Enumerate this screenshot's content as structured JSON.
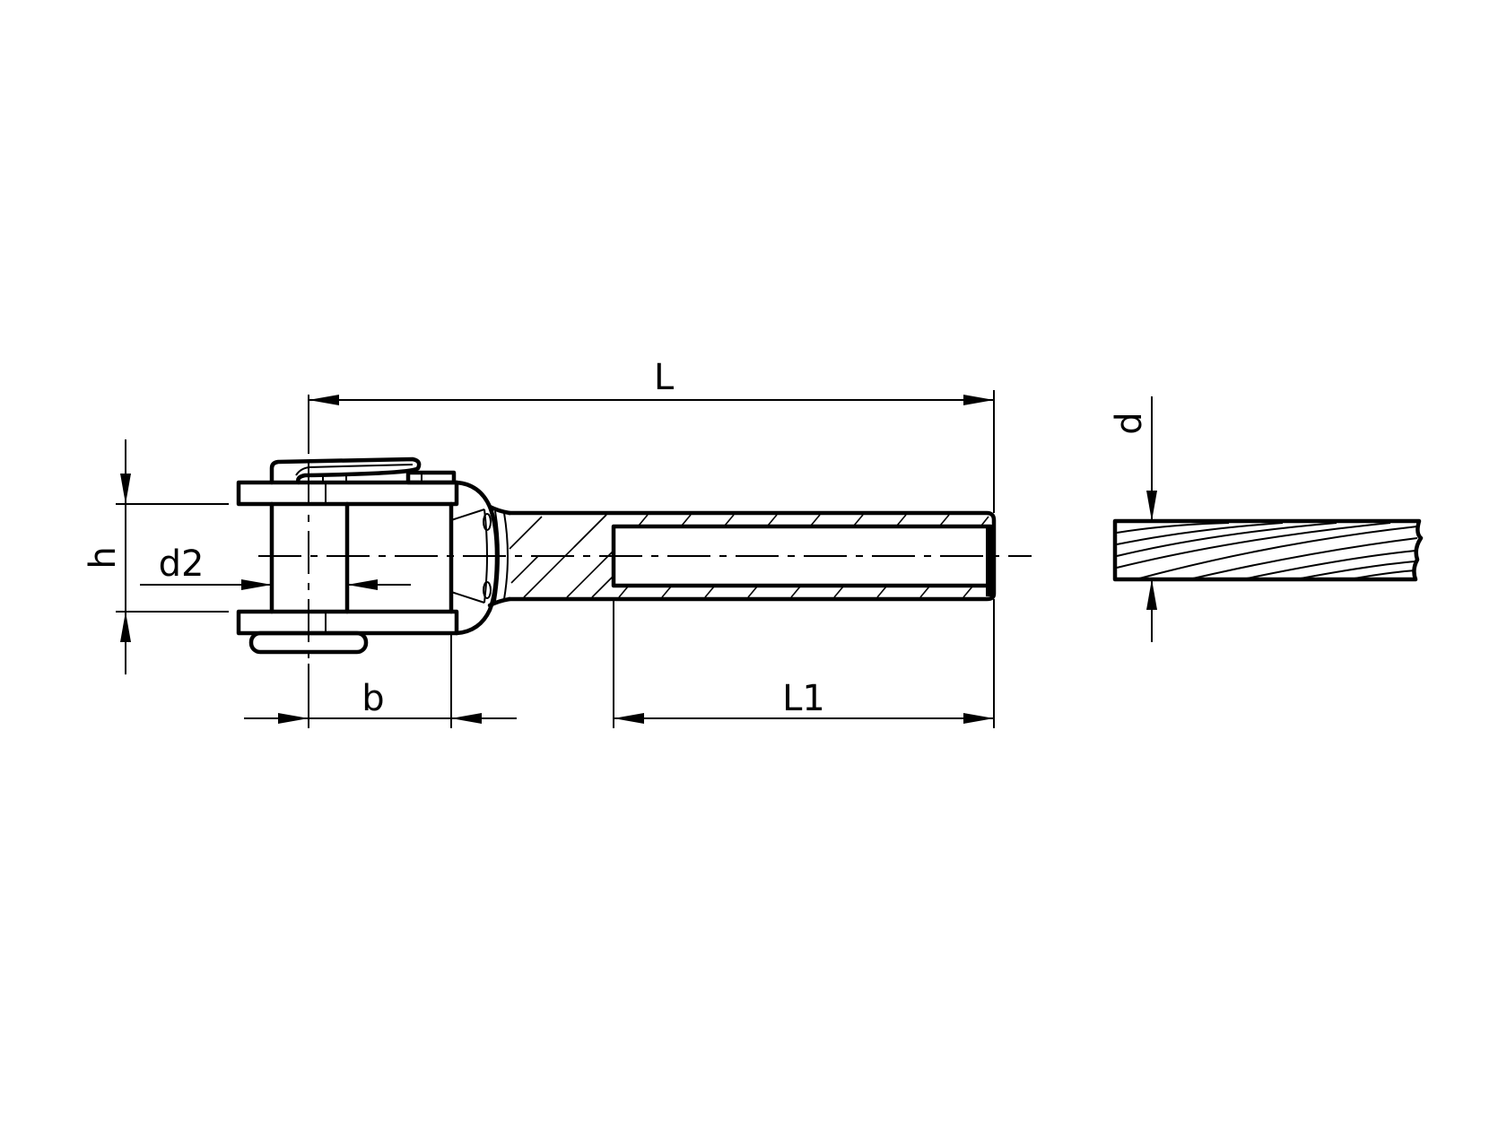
{
  "drawing": {
    "title": "Fork terminal with swaged shank and wire rope",
    "line_color": "#000000",
    "background_color": "#ffffff"
  },
  "dimensions": {
    "L": "L",
    "L1": "L1",
    "b": "b",
    "h": "h",
    "d2": "d2",
    "d": "d"
  },
  "parts": {
    "fork_head": "fork-head",
    "pin": "clevis-pin",
    "split_pin": "split-pin",
    "shank": "swage-shank",
    "bore": "shank-bore",
    "wire_rope": "wire-rope"
  }
}
